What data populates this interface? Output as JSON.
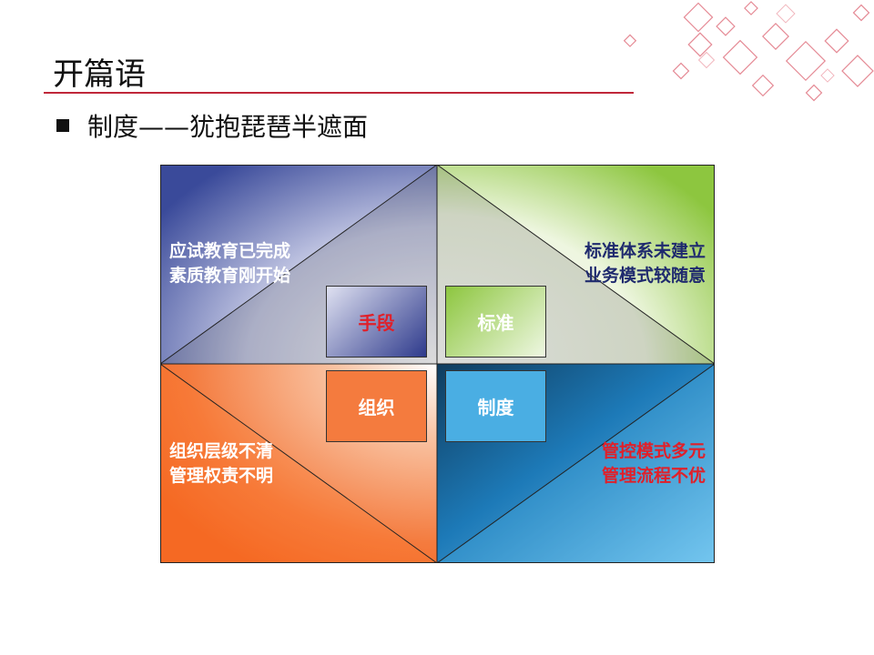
{
  "slide": {
    "title": "开篇语",
    "bullet": "制度——犹抱琵琶半遮面"
  },
  "diagram": {
    "quadrants": {
      "top_left": {
        "lines": [
          "应试教育已完成",
          "素质教育刚开始"
        ]
      },
      "top_right": {
        "lines": [
          "标准体系未建立",
          "业务模式较随意"
        ]
      },
      "bottom_left": {
        "lines": [
          "组织层级不清",
          "管理权责不明"
        ]
      },
      "bottom_right": {
        "lines": [
          "管控模式多元",
          "管理流程不优"
        ]
      }
    },
    "boxes": {
      "means": "手段",
      "standard": "标准",
      "organization": "组织",
      "system": "制度"
    }
  },
  "colors": {
    "accent": "#c0273a",
    "top_left": "#3a4a9a",
    "top_right": "#8dc63f",
    "bottom_left": "#f47b3e",
    "bottom_right": "#1a75b8",
    "label_red": "#e0202a",
    "label_white": "#ffffff",
    "label_navy": "#1f2a6e"
  }
}
